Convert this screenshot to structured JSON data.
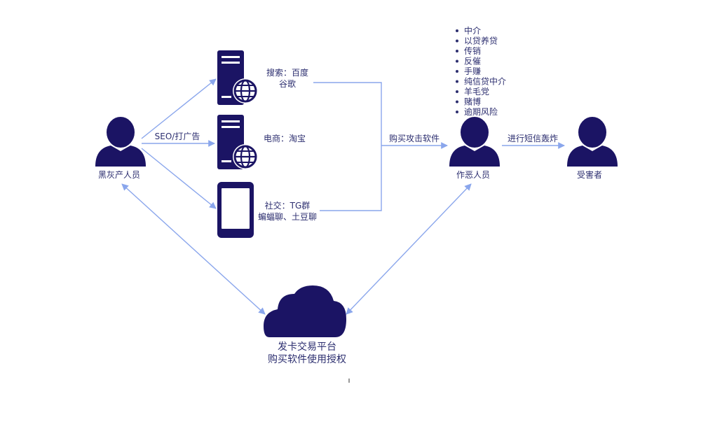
{
  "actors": {
    "blackgray": "黑灰产人员",
    "criminal": "作恶人员",
    "victim": "受害者"
  },
  "channels": {
    "search_line1": "搜索：百度",
    "search_line2": "谷歌",
    "ecommerce": "电商：淘宝",
    "social_line1": "社交：TG群",
    "social_line2": "蝙蝠聊、土豆聊"
  },
  "edges": {
    "seo": "SEO/打广告",
    "buy_attack": "购买攻击软件",
    "sms_bomb": "进行短信轰炸"
  },
  "cloud": {
    "line1": "发卡交易平台",
    "line2": "购买软件使用授权"
  },
  "criminal_types": [
    "中介",
    "以贷养贷",
    "传销",
    "反催",
    "手赚",
    "纯信贷中介",
    "羊毛党",
    "赌博",
    "逾期风险"
  ],
  "colors": {
    "icon": "#1b1464",
    "arrow": "#8aa6ec",
    "text": "#2d2f70"
  }
}
